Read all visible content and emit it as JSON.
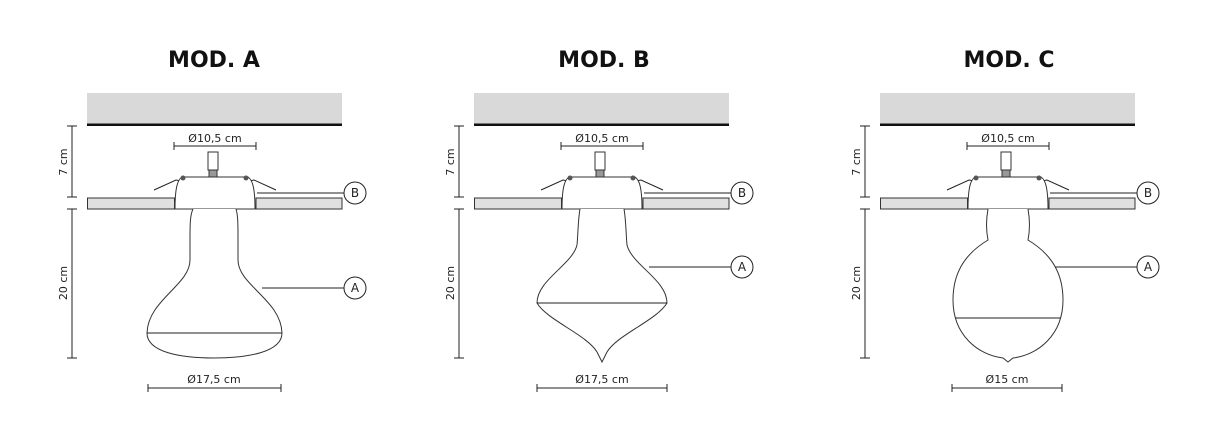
{
  "panels": [
    {
      "title": "MOD. A",
      "height_top": "7 cm",
      "height_bottom": "20 cm",
      "top_diameter": "Ø10,5 cm",
      "bottom_diameter": "Ø17,5 cm",
      "label_b": "B",
      "label_a": "A"
    },
    {
      "title": "MOD. B",
      "height_top": "7 cm",
      "height_bottom": "20 cm",
      "top_diameter": "Ø10,5 cm",
      "bottom_diameter": "Ø17,5 cm",
      "label_b": "B",
      "label_a": "A"
    },
    {
      "title": "MOD. C",
      "height_top": "7 cm",
      "height_bottom": "20 cm",
      "top_diameter": "Ø10,5 cm",
      "bottom_diameter": "Ø15 cm",
      "label_b": "B",
      "label_a": "A"
    }
  ],
  "colors": {
    "ceiling": "#d9d9d9",
    "line": "#222222"
  }
}
